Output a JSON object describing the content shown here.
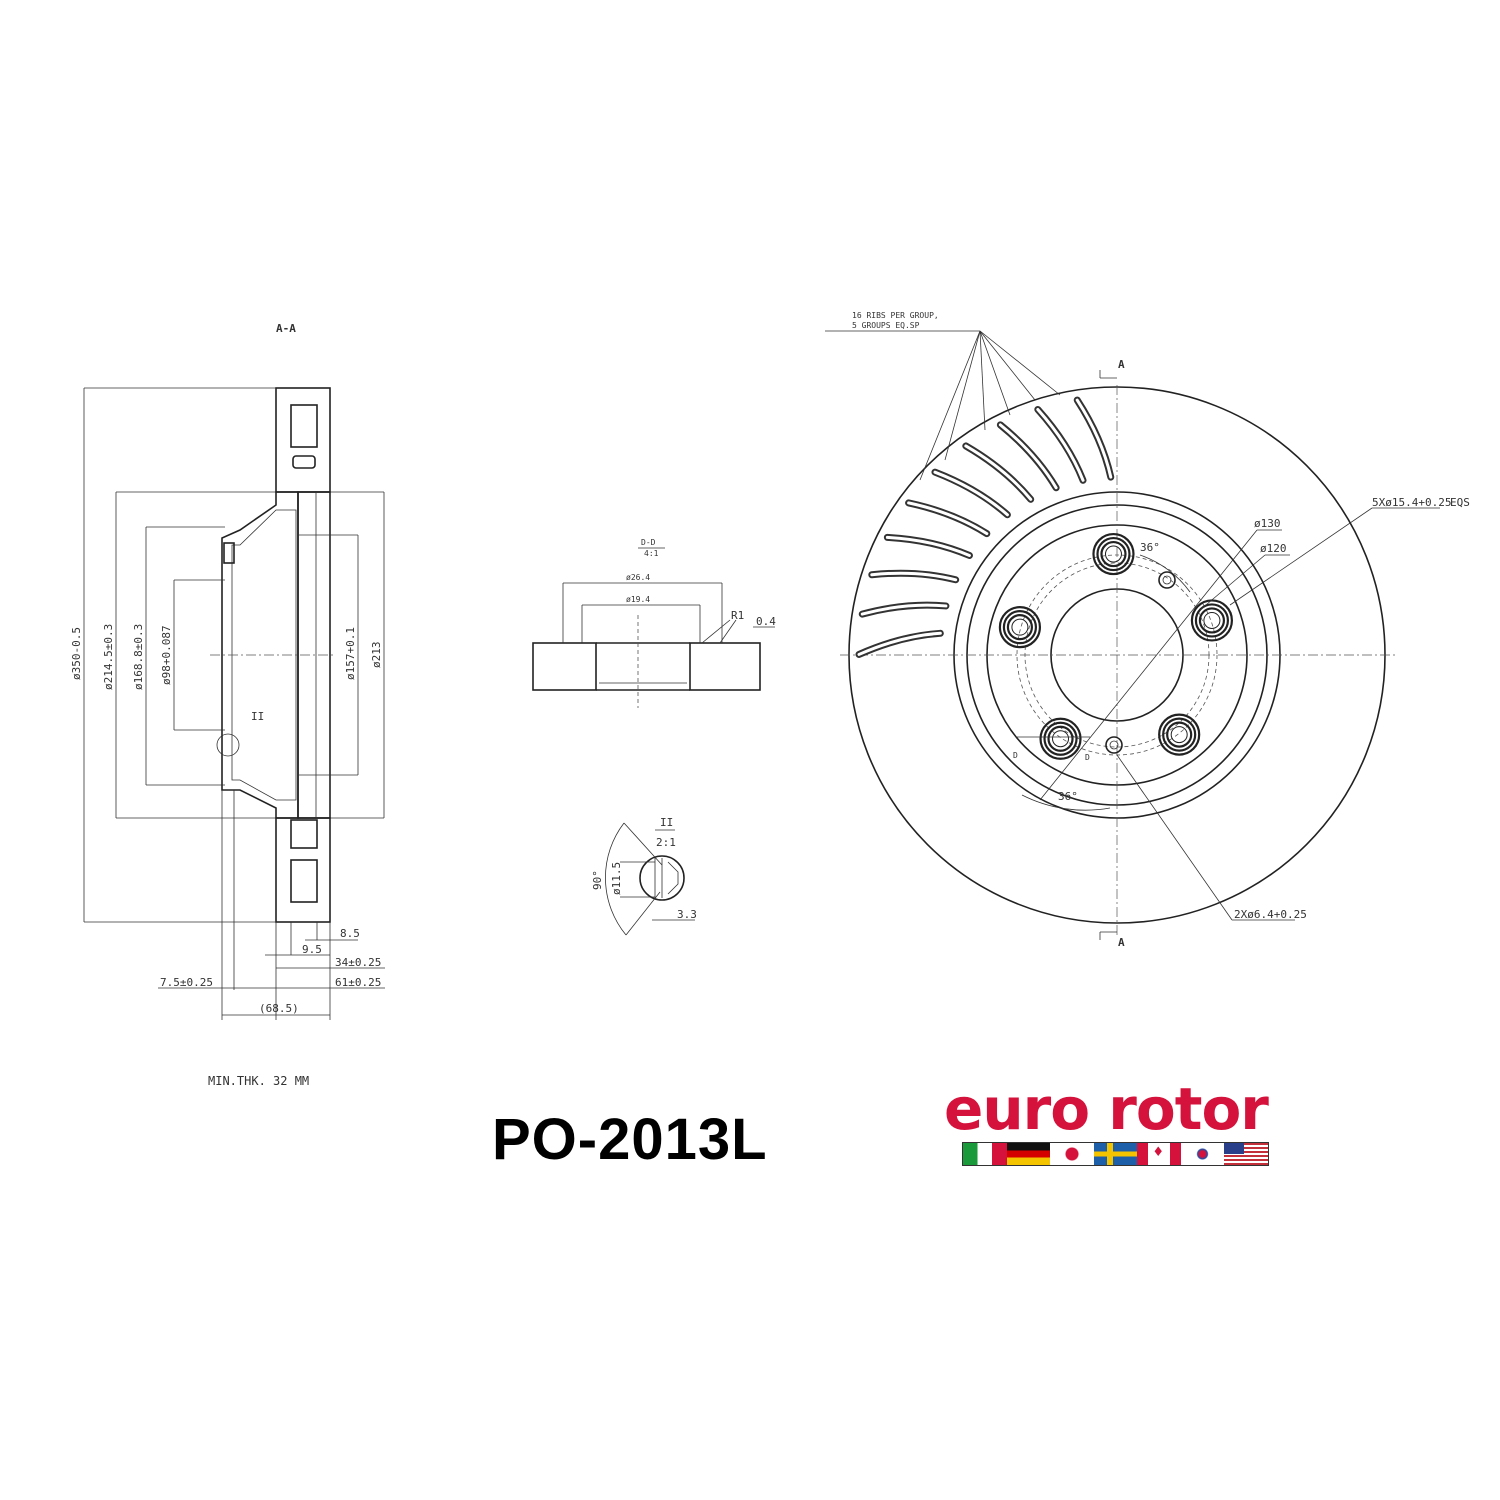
{
  "section_view": {
    "title": "A-A",
    "dims": {
      "d350": "ø350-0.5",
      "d214_5": "ø214.5±0.3",
      "d168_8": "ø168.8±0.3",
      "d98": "ø98+0.087",
      "d157": "ø157+0.1",
      "d213": "ø213",
      "w8_5": "8.5",
      "w9_5": "9.5",
      "w34": "34±0.25",
      "w61": "61±0.25",
      "w7_5": "7.5±0.25",
      "w68_5": "(68.5)",
      "detail_ref": "II"
    },
    "min_thickness": "MIN.THK.  32  MM"
  },
  "detail_d": {
    "title": "D-D",
    "scale": "4:1",
    "d26_4": "ø26.4",
    "d19_4": "ø19.4",
    "radius": "R1",
    "depth": "0.4"
  },
  "detail_ii": {
    "title": "II",
    "scale": "2:1",
    "angle": "90°",
    "d11_5": "ø11.5",
    "w3_3": "3.3"
  },
  "front_view": {
    "ribs_note_1": "16 RIBS PER GROUP,",
    "ribs_note_2": "5 GROUPS EQ.SP",
    "section_top": "A",
    "section_bottom": "A",
    "d130": "ø130",
    "d120": "ø120",
    "bolt_holes": "5Xø15.4+0.25",
    "eqs": "EQS",
    "small_holes": "2Xø6.4+0.25",
    "angle_top": "36°",
    "angle_bottom": "36°",
    "d_left": "D",
    "d_right": "D"
  },
  "part_number": "PO-2013L",
  "logo": {
    "text": "euro rotor",
    "flags": [
      "italy",
      "germany",
      "japan",
      "sweden",
      "canada",
      "korea",
      "usa"
    ],
    "brand_color": "#d4123c"
  }
}
